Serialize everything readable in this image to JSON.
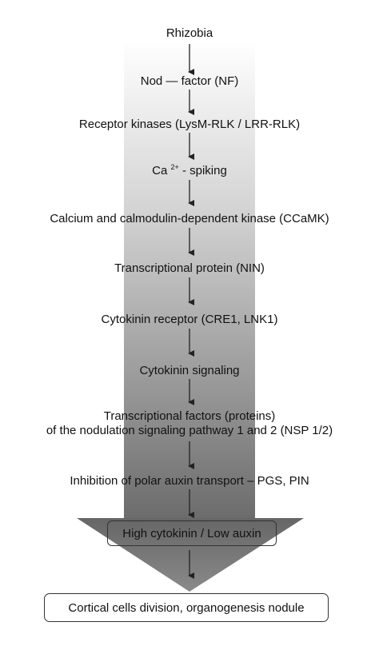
{
  "steps": [
    {
      "text": "Rhizobia"
    },
    {
      "text": "Nod — factor (NF)"
    },
    {
      "text": "Receptor kinases (LysM-RLK / LRR-RLK)"
    },
    {
      "pre": "Ca ",
      "sup": "2+",
      "post": " - spiking"
    },
    {
      "text": "Calcium and calmodulin-dependent kinase (CCaMK)"
    },
    {
      "text": "Transcriptional protein (NIN)"
    },
    {
      "text": "Cytokinin receptor (CRE1, LNK1)"
    },
    {
      "text": "Cytokinin signaling"
    },
    {
      "line1": "Transcriptional factors (proteins)",
      "line2": "of the nodulation signaling pathway 1 and 2 (NSP 1/2)"
    },
    {
      "text": "Inhibition of polar auxin transport –  PGS, PIN"
    }
  ],
  "high_box": "High cytokinin  / Low auxin",
  "final_box": "Cortical cells division, organogenesis nodule",
  "colors": {
    "arrow_light": "#ffffff",
    "arrow_dark": "#707070",
    "triangle": "#6e6e6e",
    "text": "#111111"
  }
}
